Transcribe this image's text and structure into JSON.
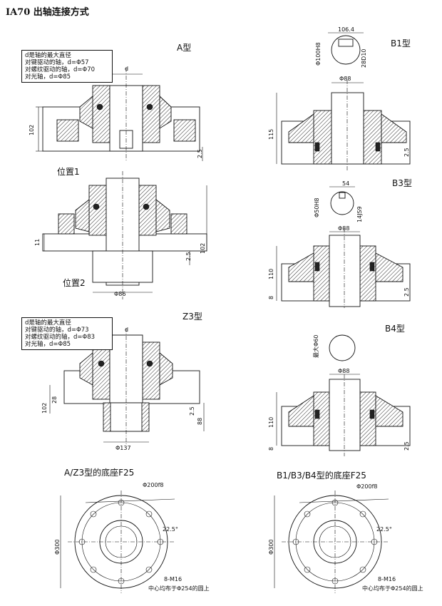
{
  "title": "IA70 出轴连接方式",
  "sections": {
    "a": {
      "label": "A型"
    },
    "b1": {
      "label": "B1型"
    },
    "b3": {
      "label": "B3型"
    },
    "b4": {
      "label": "B4型"
    },
    "z3": {
      "label": "Z3型"
    },
    "pos1": {
      "label": "位置1"
    },
    "pos2": {
      "label": "位置2"
    },
    "base_az3": {
      "label": "A/Z3型的底座F25"
    },
    "base_b": {
      "label": "B1/B3/B4型的底座F25"
    }
  },
  "notes": {
    "a": [
      "d是轴的最大直径",
      "对键驱动的轴，d=Φ57",
      "对螺纹驱动的轴，d=Φ70",
      "对光轴，d=Φ85"
    ],
    "z3": [
      "d是轴的最大直径",
      "对键驱动的轴，d=Φ73",
      "对螺纹驱动的轴，d=Φ83",
      "对光轴，d=Φ85"
    ]
  },
  "dims": {
    "d": "d",
    "h102": "102",
    "h25": "2.5",
    "h11": "11",
    "d86": "Φ86",
    "h88": "88",
    "h28": "28",
    "d137": "Φ137",
    "b1_top": "106.4",
    "b1_h100": "Φ100H8",
    "b1_h28": "28D10",
    "b1_88": "Φ88",
    "b1_115": "115",
    "b3_54": "54",
    "b3_50": "Φ50H8",
    "b3_14": "14JS9",
    "b3_88": "Φ88",
    "b3_110": "110",
    "b3_8": "8",
    "b4_60": "最大Φ60",
    "b4_88": "Φ88",
    "b4_110": "110",
    "b4_8": "8",
    "base_200": "Φ200f8",
    "base_300": "Φ300",
    "base_225": "22.5°",
    "base_m16": "8-M16",
    "base_254": "中心均布于Φ254的圆上"
  }
}
